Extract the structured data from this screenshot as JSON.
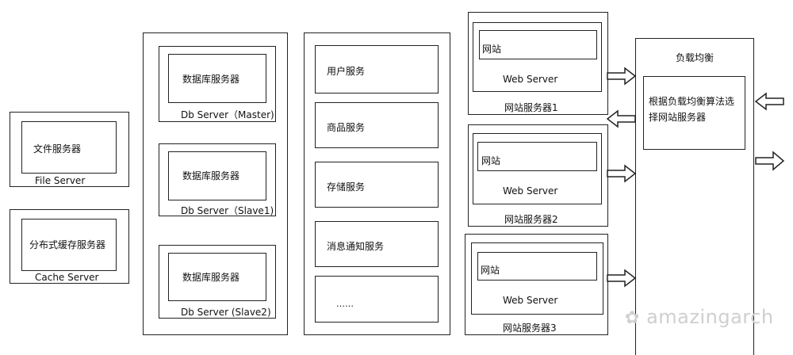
{
  "file": {
    "inner": "文件服务器",
    "caption": "File Server"
  },
  "cache": {
    "inner": "分布式缓存服务器",
    "caption": "Cache Server"
  },
  "db": [
    {
      "inner": "数据库服务器",
      "caption": "Db  Server（Master)"
    },
    {
      "inner": "数据库服务器",
      "caption": "Db  Server（Slave1)"
    },
    {
      "inner": "数据库服务器",
      "caption": "Db  Server (Slave2)"
    }
  ],
  "services": [
    "用户服务",
    "商品服务",
    "存储服务",
    "消息通知服务",
    "……"
  ],
  "web": [
    {
      "site": "网站",
      "server": "Web Server",
      "caption": "网站服务器1"
    },
    {
      "site": "网站",
      "server": "Web Server",
      "caption": "网站服务器2"
    },
    {
      "site": "网站",
      "server": "Web Server",
      "caption": "网站服务器3"
    }
  ],
  "lb": {
    "title": "负载均衡",
    "line1": "根据负载均衡算法选",
    "line2": "择网站服务器"
  },
  "watermark": "amazingarch"
}
